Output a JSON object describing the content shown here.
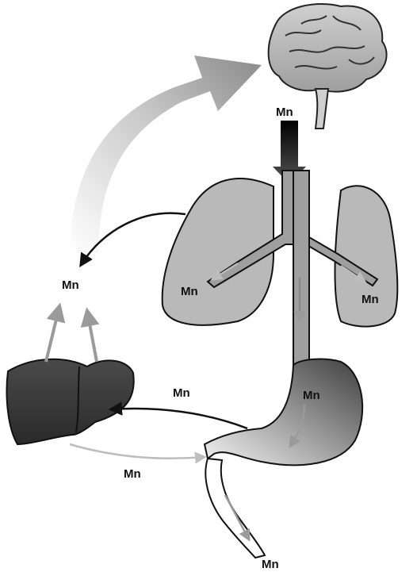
{
  "labels": {
    "brain_input": "Mn",
    "circulation": "Mn",
    "lung_left": "Mn",
    "lung_right": "Mn",
    "stomach": "Mn",
    "stomach_to_liver": "Mn",
    "liver_to_intestine": "Mn",
    "excretion": "Mn"
  },
  "colors": {
    "organ_fill": "#b9b9b9",
    "organ_dark": "#3a3a3a",
    "outline": "#111111",
    "arrow_black": "#111111",
    "arrow_gray": "#9a9a9a",
    "background": "#ffffff"
  }
}
